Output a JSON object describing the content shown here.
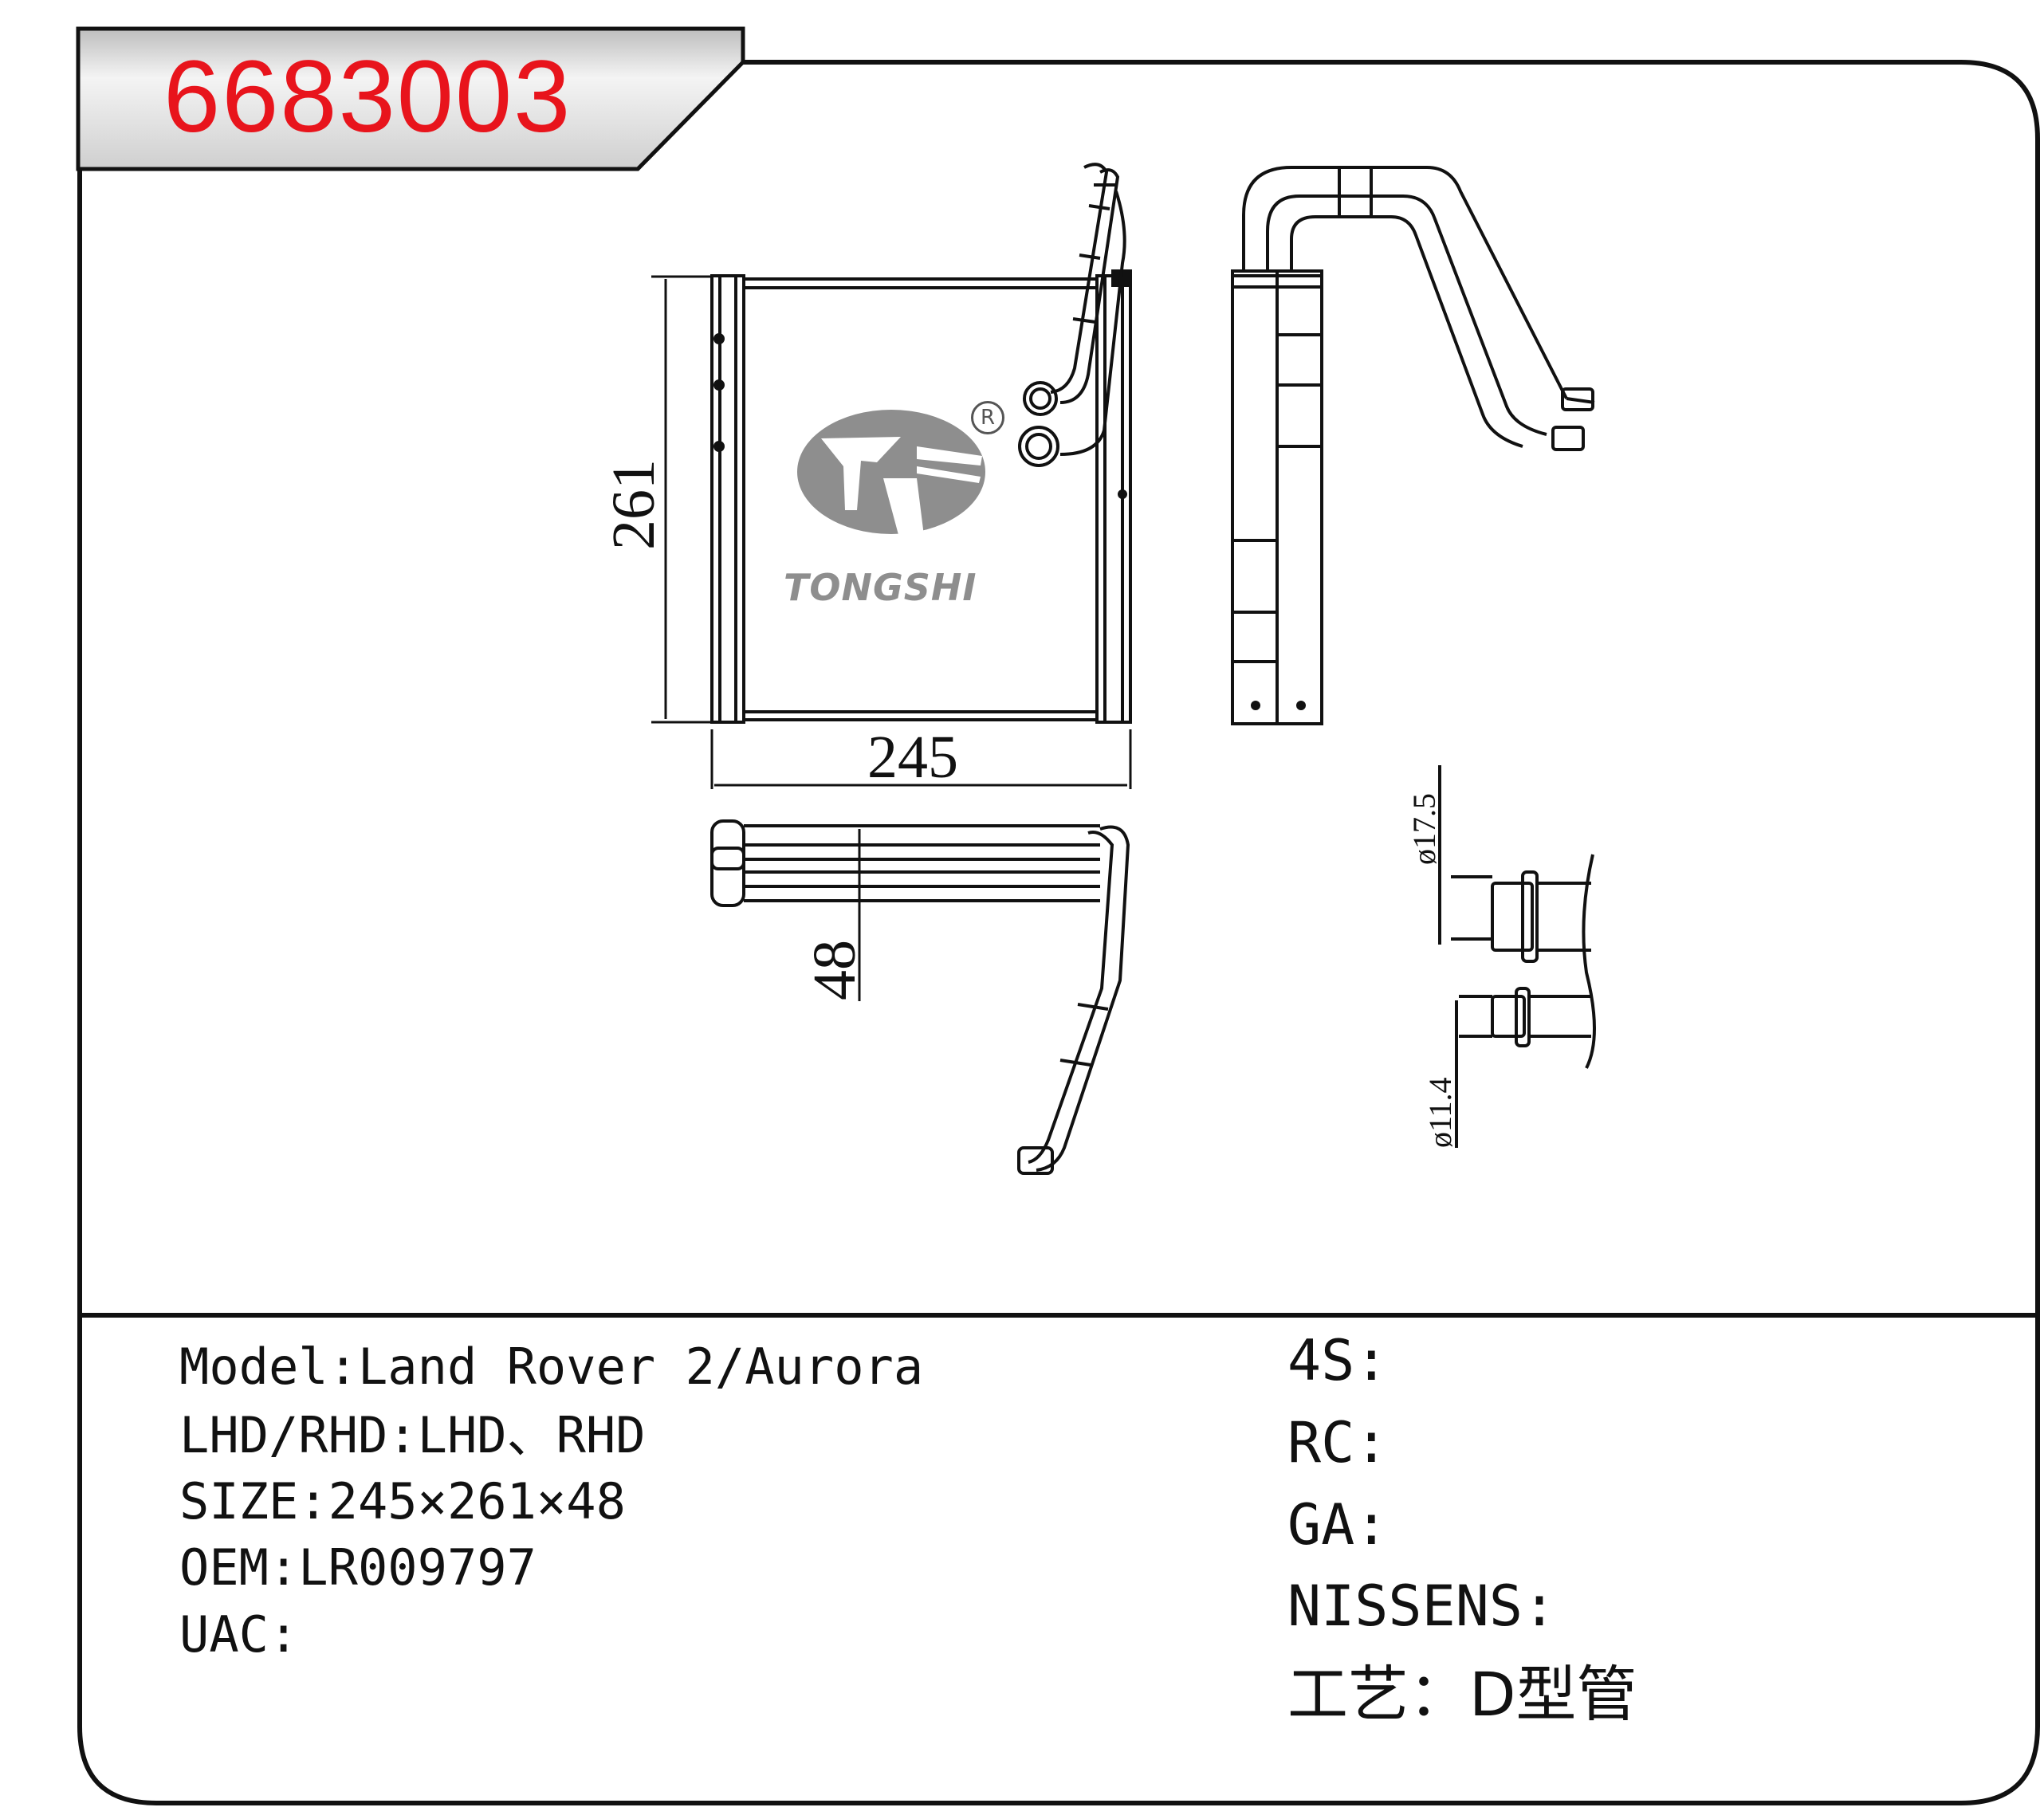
{
  "header": {
    "part_number": "6683003"
  },
  "logo": {
    "brand": "TONGSHI",
    "registered_mark": "R"
  },
  "dimensions": {
    "height": "261",
    "width": "245",
    "depth": "48",
    "pipe_large": "ø17.5",
    "pipe_small": "ø11.4"
  },
  "specs_left": [
    "Model:Land Rover 2/Aurora",
    "LHD/RHD:LHD、RHD",
    "SIZE:245×261×48",
    "OEM:LR009797",
    "UAC:"
  ],
  "specs_right": [
    "4S:",
    "RC:",
    "GA:",
    "NISSENS:",
    "工艺：D型管"
  ],
  "colors": {
    "title": "#e8141c",
    "header_band": "#d9d9d9",
    "frame": "#111111",
    "logo_gray": "#8e8e8e"
  }
}
